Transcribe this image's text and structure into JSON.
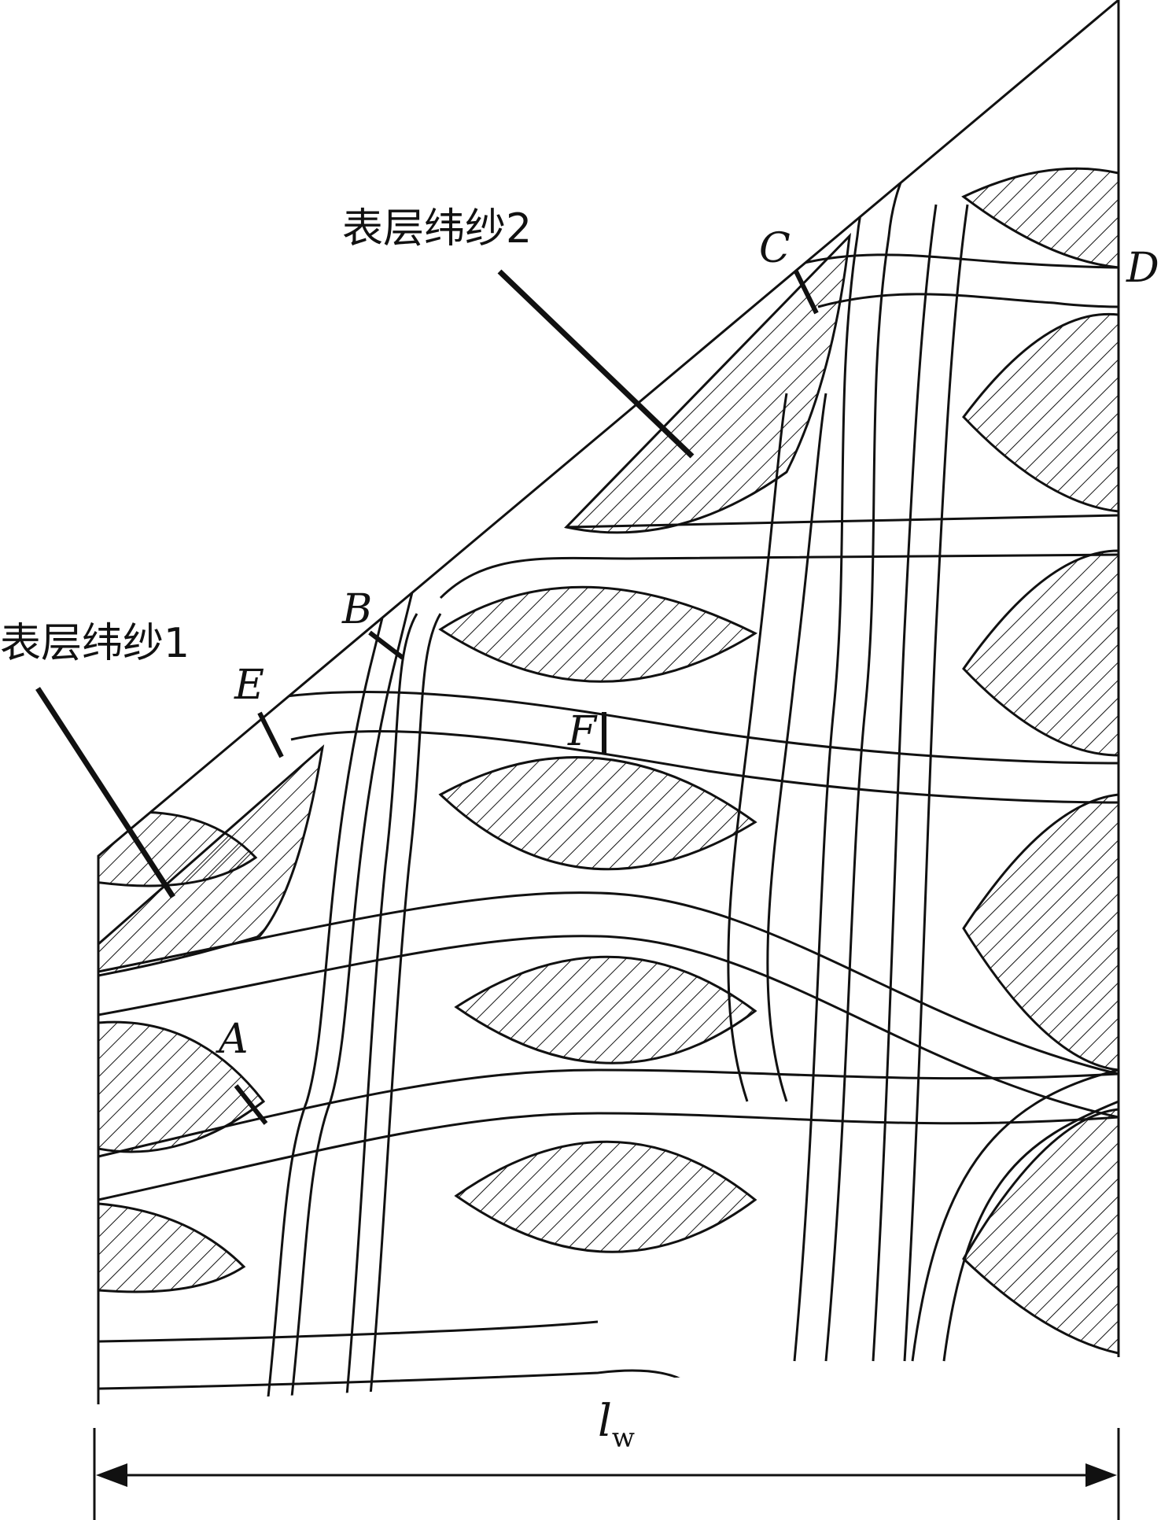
{
  "labels": {
    "surface_weft_1": "表层纬纱1",
    "surface_weft_2": "表层纬纱2",
    "point_a": "A",
    "point_b": "B",
    "point_c": "C",
    "point_d": "D",
    "point_e": "E",
    "point_f": "F",
    "width_symbol": "l",
    "width_subscript": "w"
  },
  "colors": {
    "line": "#111111",
    "background": "#ffffff"
  }
}
